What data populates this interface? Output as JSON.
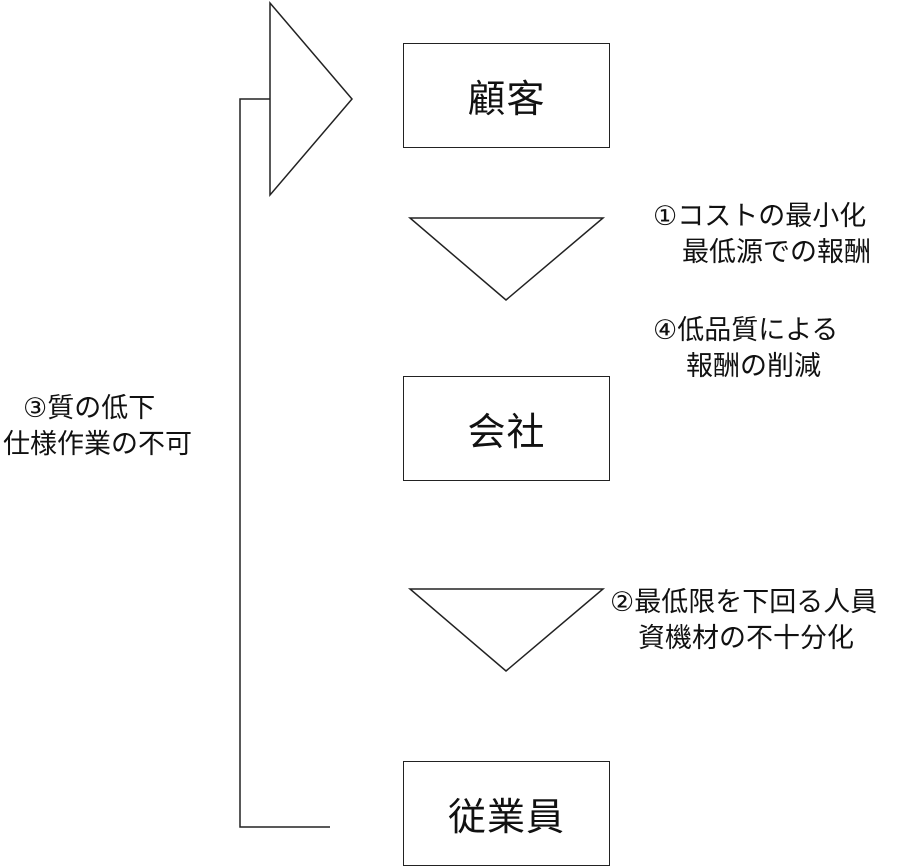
{
  "nodes": {
    "customer": "顧客",
    "company": "会社",
    "employee": "従業員"
  },
  "notes": {
    "note1": [
      "①コストの最小化",
      "最低源での報酬"
    ],
    "note4": [
      "④低品質による",
      "報酬の削減"
    ],
    "note2": [
      "②最低限を下回る人員",
      "資機材の不十分化"
    ],
    "note3": [
      "③質の低下",
      "仕様作業の不可"
    ]
  }
}
